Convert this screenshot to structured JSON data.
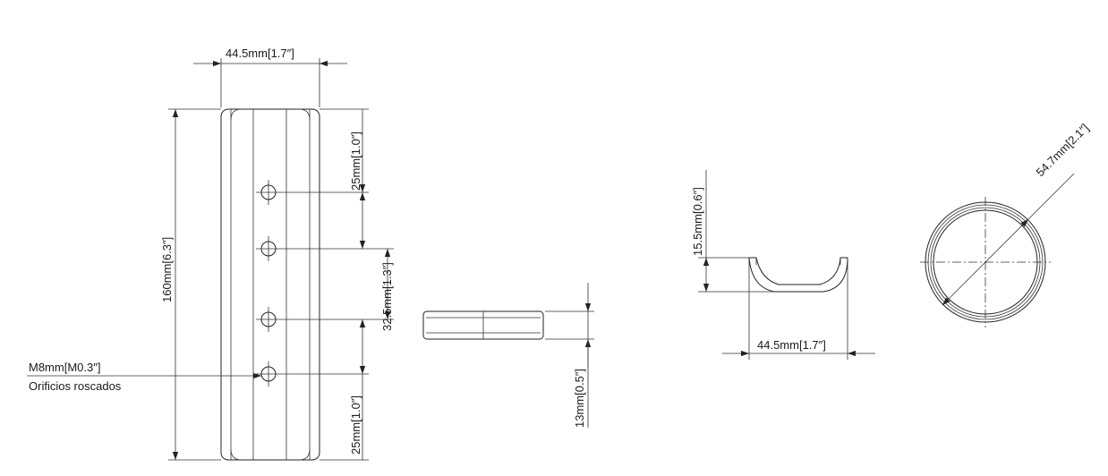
{
  "front_view": {
    "width_label": "44.5mm[1.7″]",
    "height_label": "160mm[6.3″]",
    "top_spacing_label": "25mm[1.0″]",
    "middle_spacing_label": "32.5mm[1.3″]",
    "bottom_spacing_label": "25mm[1.0″]",
    "thread_label": "M8mm[M0.3″]",
    "thread_note": "Orificios roscados"
  },
  "side_view": {
    "thickness_label": "13mm[0.5″]"
  },
  "end_view": {
    "depth_label": "15.5mm[0.6″]",
    "width_label": "44.5mm[1.7″]"
  },
  "circle_view": {
    "diameter_label": "54.7mm[2.1″]"
  },
  "colors": {
    "line": "#222222",
    "background": "#ffffff"
  }
}
